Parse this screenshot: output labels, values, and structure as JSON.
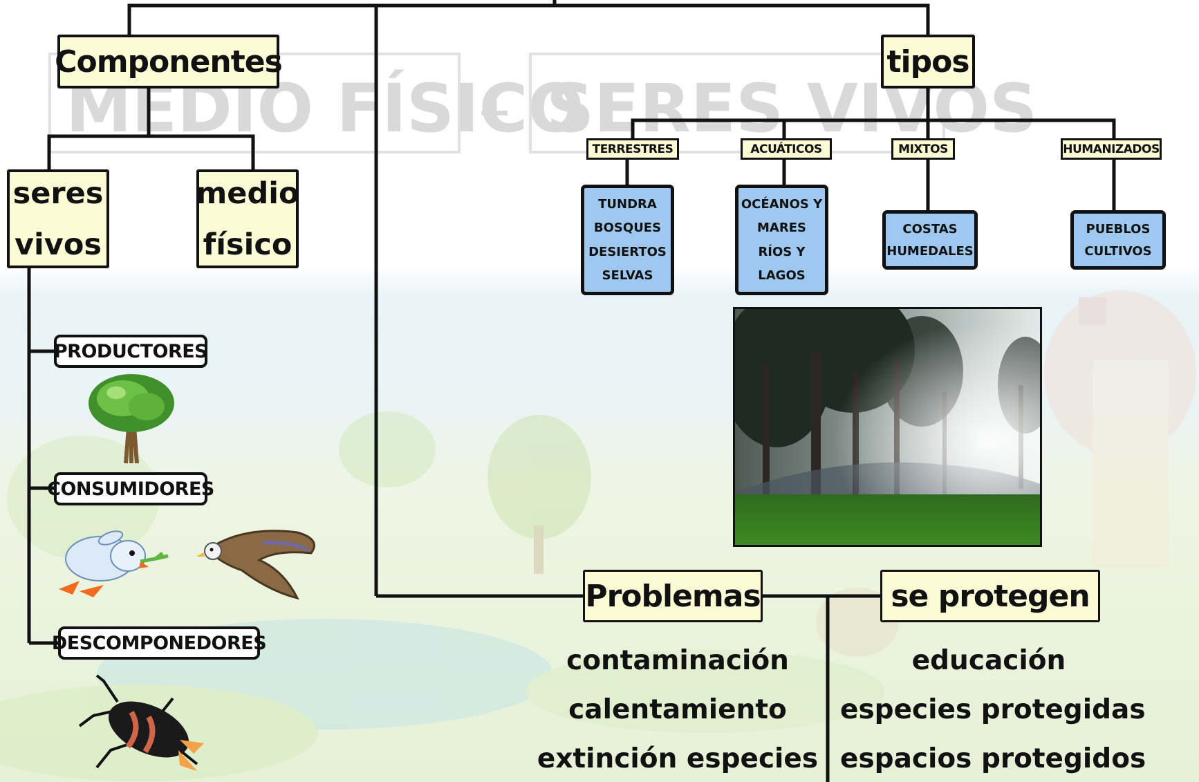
{
  "watermark": {
    "left": "MEDIO FÍSICO",
    "plus": "+",
    "right": "SERES VIVOS"
  },
  "components": {
    "title": "Componentes",
    "seres_vivos": [
      "seres",
      "vivos"
    ],
    "medio_fisico": [
      "medio",
      "físico"
    ],
    "roles": [
      {
        "label": "PRODUCTORES",
        "icon": "tree-icon"
      },
      {
        "label": "CONSUMIDORES",
        "icon": "rabbit-and-eagle-icon"
      },
      {
        "label": "DESCOMPONEDORES",
        "icon": "beetle-icon"
      }
    ]
  },
  "types": {
    "title": "tipos",
    "categories": [
      {
        "label": "TERRESTRES",
        "examples": [
          "TUNDRA",
          "BOSQUES",
          "DESIERTOS",
          "SELVAS"
        ]
      },
      {
        "label": "ACUÁTICOS",
        "examples": [
          "OCÉANOS Y",
          "MARES",
          "RÍOS Y",
          "LAGOS"
        ]
      },
      {
        "label": "MIXTOS",
        "examples": [
          "COSTAS",
          "HUMEDALES"
        ]
      },
      {
        "label": "HUMANIZADOS",
        "examples": [
          "PUEBLOS",
          "CULTIVOS"
        ]
      }
    ]
  },
  "problems": {
    "title": "Problemas",
    "items": [
      "contaminación",
      "calentamiento",
      "extinción especies"
    ]
  },
  "protection": {
    "title": "se protegen",
    "items": [
      "educación",
      "especies protegidas",
      "espacios protegidos"
    ]
  },
  "colors": {
    "box_fill": "#fdfbd6",
    "blue_fill": "#9ec8ef",
    "line": "#111111"
  }
}
